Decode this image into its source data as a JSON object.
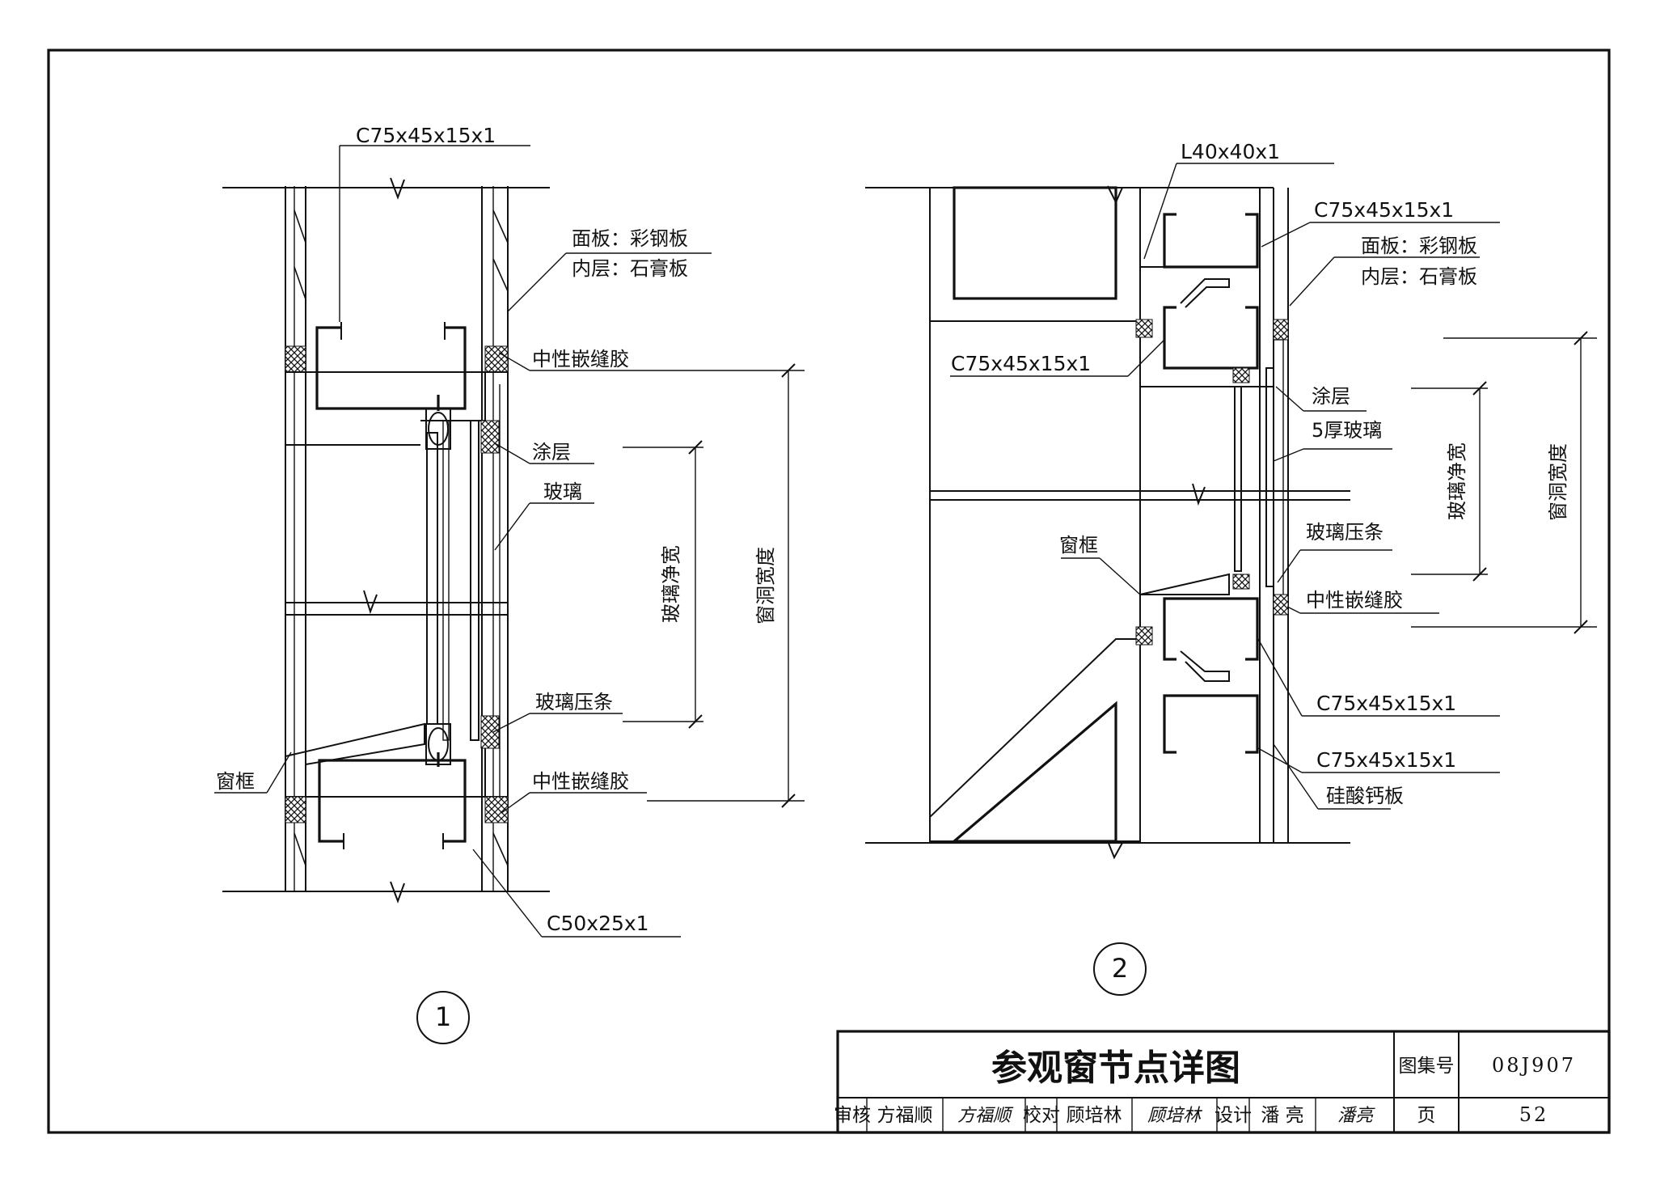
{
  "detail1": {
    "number": "1",
    "labels": {
      "top_stud": "C75x45x15x1",
      "panel_face": "面板：彩钢板",
      "panel_inner": "内层：石膏板",
      "sealant_top": "中性嵌缝胶",
      "coating": "涂层",
      "glass": "玻璃",
      "glazing_bead": "玻璃压条",
      "window_frame": "窗框",
      "sealant_bottom": "中性嵌缝胶",
      "bottom_stud": "C50x25x1"
    },
    "dims": {
      "glass_clear_width": "玻璃净宽",
      "opening_width": "窗洞宽度"
    }
  },
  "detail2": {
    "number": "2",
    "labels": {
      "angle": "L40x40x1",
      "stud_top_right": "C75x45x15x1",
      "panel_face": "面板：彩钢板",
      "panel_inner": "内层：石膏板",
      "stud_left": "C75x45x15x1",
      "coating": "涂层",
      "glass": "5厚玻璃",
      "glazing_bead": "玻璃压条",
      "window_frame": "窗框",
      "sealant": "中性嵌缝胶",
      "stud_bottom_1": "C75x45x15x1",
      "stud_bottom_2": "C75x45x15x1",
      "board": "硅酸钙板"
    },
    "dims": {
      "glass_clear_width": "玻璃净宽",
      "opening_width": "窗洞宽度"
    }
  },
  "title_block": {
    "title": "参观窗节点详图",
    "atlas_label": "图集号",
    "atlas_no": "08J907",
    "review_label": "审核",
    "reviewer": "方福顺",
    "reviewer_sig": "方福顺",
    "check_label": "校对",
    "checker": "顾培林",
    "checker_sig": "顾培林",
    "design_label": "设计",
    "designer": "潘 亮",
    "designer_sig": "潘亮",
    "page_label": "页",
    "page_no": "52"
  }
}
